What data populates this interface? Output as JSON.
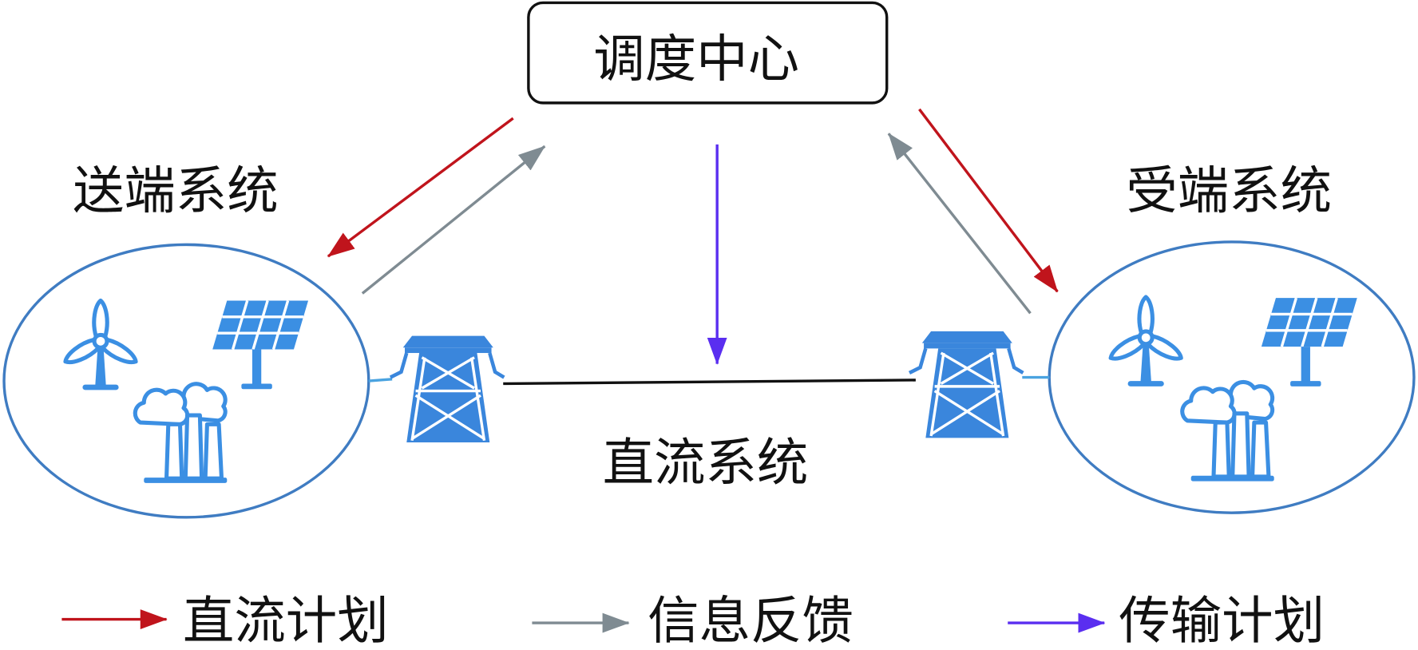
{
  "dispatch_center": {
    "label": "调度中心"
  },
  "sending_system": {
    "label": "送端系统",
    "icons": [
      "wind-turbine-icon",
      "solar-panel-icon",
      "factory-icon"
    ]
  },
  "receiving_system": {
    "label": "受端系统",
    "icons": [
      "wind-turbine-icon",
      "solar-panel-icon",
      "factory-icon"
    ]
  },
  "dc_system": {
    "label": "直流系统",
    "icons": [
      "transmission-tower-icon",
      "transmission-tower-icon"
    ]
  },
  "legend": [
    {
      "label": "直流计划",
      "color": "#c0141c"
    },
    {
      "label": "信息反馈",
      "color": "#7f8b92"
    },
    {
      "label": "传输计划",
      "color": "#5a2ef0"
    }
  ],
  "colors": {
    "system_outline": "#3f7cc2",
    "icons": "#3b8fe3",
    "tower": "#3a86dc",
    "connector": "#4aa3e0",
    "dc_line": "#111111"
  }
}
